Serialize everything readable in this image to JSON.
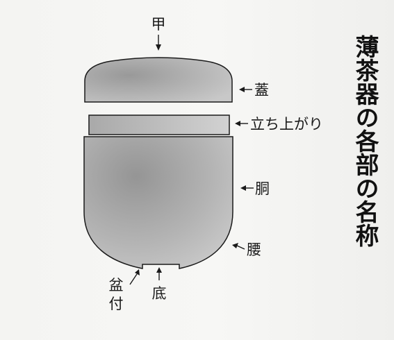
{
  "title": "薄茶器の各部の名称",
  "labels": {
    "kou": "甲",
    "futa": "蓋",
    "tachiagari": "立ち上がり",
    "dou": "胴",
    "koshi": "腰",
    "bontsuki_line1": "盆",
    "bontsuki_line2": "付",
    "soko": "底"
  },
  "colors": {
    "body_center": "#9c9c9c",
    "body_edge": "#c9c9c9",
    "outline": "#1a1a1a",
    "text": "#1a1a1a"
  }
}
